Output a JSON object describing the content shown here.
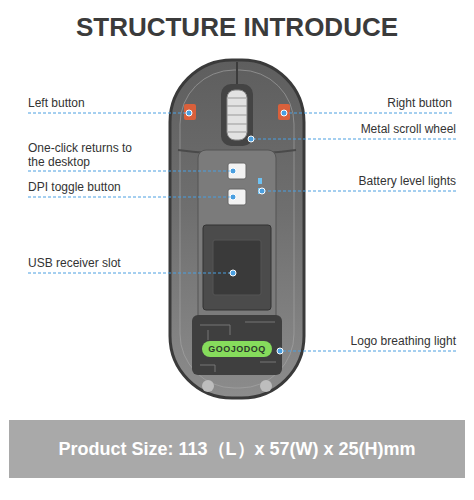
{
  "diagram": {
    "title": "STRUCTURE INTRODUCE",
    "nodes": [
      {
        "text": [
          "GOOJODOQ"
        ]
      },
      {
        "text": [
          "Product Size: 113（L）x 57(W) x 25(H)mm"
        ]
      }
    ],
    "labels": [
      "Left button",
      "One-click returns to the desktop",
      "DPI toggle button",
      "USB receiver slot",
      "Right button",
      "Metal scroll wheel",
      "Battery level lights",
      "Logo breathing light"
    ]
  }
}
